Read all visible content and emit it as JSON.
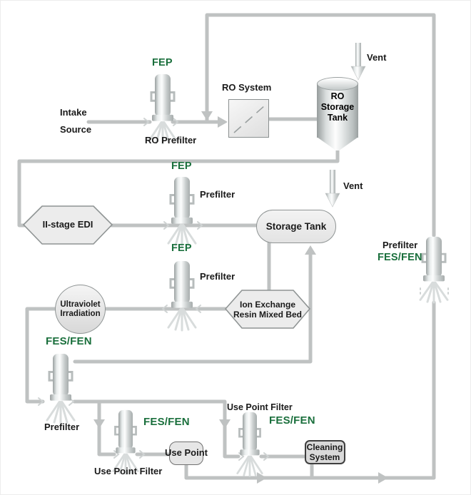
{
  "colors": {
    "material_green": "#1a6f3c",
    "pipe": "#bfc2c2",
    "text": "#1a1a1a",
    "pipe_light": "#cfd3d3"
  },
  "nodes": {
    "intake": {
      "line1": "Intake",
      "line2": "Source"
    },
    "ro_prefilter": {
      "label": "RO Prefilter",
      "material": "FEP"
    },
    "ro_system": {
      "label": "RO System"
    },
    "ro_storage_tank": {
      "line1": "RO",
      "line2": "Storage",
      "line3": "Tank"
    },
    "vent_top": {
      "label": "Vent"
    },
    "edi": {
      "label": "II-stage EDI"
    },
    "prefilter_edi": {
      "label": "Prefilter",
      "material": "FEP"
    },
    "storage_tank": {
      "label": "Storage Tank"
    },
    "vent_mid": {
      "label": "Vent"
    },
    "prefilter_ionx": {
      "label": "Prefilter",
      "material": "FEP"
    },
    "ion_exchange": {
      "line1": "Ion Exchange",
      "line2": "Resin Mixed Bed"
    },
    "uv": {
      "line1": "Ultraviolet",
      "line2": "Irradiation"
    },
    "loop_prefilter": {
      "label": "Prefilter",
      "material": "FES/FEN"
    },
    "distribution_prefilter": {
      "label": "Prefilter",
      "material": "FES/FEN"
    },
    "use_point_filter_1": {
      "label": "Use Point Filter",
      "material": "FES/FEN"
    },
    "use_point": {
      "label": "Use Point"
    },
    "use_point_filter_2": {
      "label": "Use Point Filter",
      "material": "FES/FEN"
    },
    "cleaning_system": {
      "line1": "Cleaning",
      "line2": "System"
    }
  }
}
